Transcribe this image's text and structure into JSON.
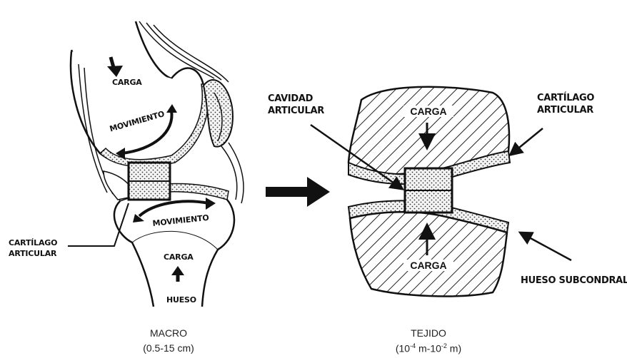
{
  "macro": {
    "labels": {
      "carga_top": "CARGA",
      "movimiento_top": "MOVIMIENTO",
      "movimiento_bottom": "MOVIMIENTO",
      "carga_bottom": "CARGA",
      "hueso": "HUESO",
      "cartilago_line1": "CARTÍLAGO",
      "cartilago_line2": "ARTICULAR"
    },
    "caption_line1": "MACRO",
    "caption_line2": "(0.5-15 cm)"
  },
  "tejido": {
    "labels": {
      "cavidad_line1": "CAVIDAD",
      "cavidad_line2": "ARTICULAR",
      "carga_top": "CARGA",
      "carga_bottom": "CARGA",
      "cartilago_line1": "CARTÍLAGO",
      "cartilago_line2": "ARTICULAR",
      "hueso_subcondral": "HUESO SUBCONDRAL"
    },
    "caption_line1": "TEJIDO",
    "caption_line2_prefix": "(10",
    "caption_exp1": "-4",
    "caption_mid": " m-10",
    "caption_exp2": "-2",
    "caption_suffix": " m)"
  },
  "colors": {
    "ink": "#111111",
    "background": "#ffffff"
  }
}
